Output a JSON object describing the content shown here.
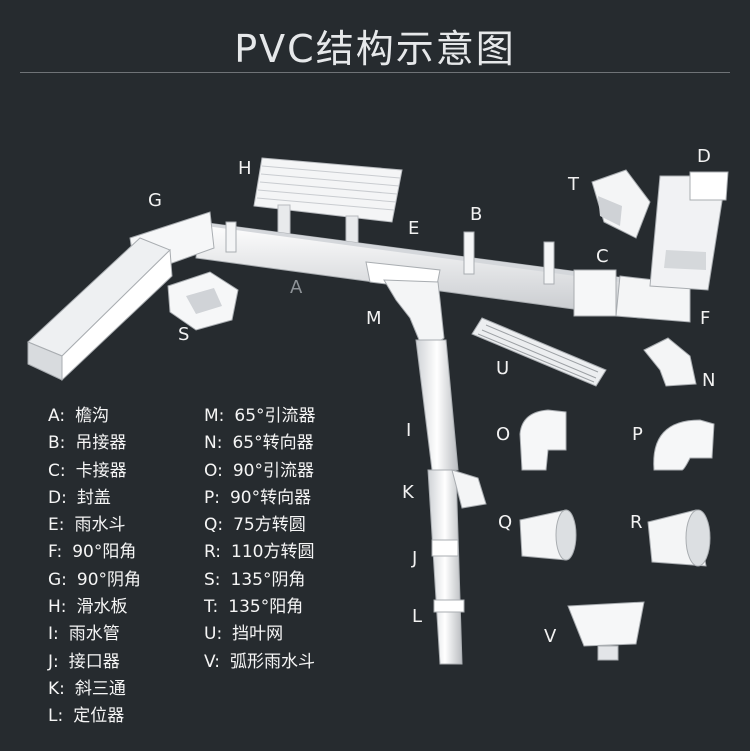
{
  "title": "PVC结构示意图",
  "part_labels": {
    "A": "A",
    "B": "B",
    "C": "C",
    "D": "D",
    "E": "E",
    "F": "F",
    "G": "G",
    "H": "H",
    "I": "I",
    "J": "J",
    "K": "K",
    "L": "L",
    "M": "M",
    "N": "N",
    "O": "O",
    "P": "P",
    "Q": "Q",
    "R": "R",
    "S": "S",
    "T": "T",
    "U": "U",
    "V": "V"
  },
  "legend_left": [
    {
      "key": "A:",
      "name": "檐沟"
    },
    {
      "key": "B:",
      "name": "吊接器"
    },
    {
      "key": "C:",
      "name": "卡接器"
    },
    {
      "key": "D:",
      "name": "封盖"
    },
    {
      "key": "E:",
      "name": "雨水斗"
    },
    {
      "key": "F:",
      "name": "90°阳角"
    },
    {
      "key": "G:",
      "name": "90°阴角"
    },
    {
      "key": "H:",
      "name": "滑水板"
    },
    {
      "key": "I:",
      "name": "雨水管"
    },
    {
      "key": "J:",
      "name": "接口器"
    },
    {
      "key": "K:",
      "name": "斜三通"
    },
    {
      "key": "L:",
      "name": "定位器"
    }
  ],
  "legend_right": [
    {
      "key": "M:",
      "name": "65°引流器"
    },
    {
      "key": "N:",
      "name": "65°转向器"
    },
    {
      "key": "O:",
      "name": "90°引流器"
    },
    {
      "key": "P:",
      "name": "90°转向器"
    },
    {
      "key": "Q:",
      "name": "75方转圆"
    },
    {
      "key": "R:",
      "name": "110方转圆"
    },
    {
      "key": "S:",
      "name": "135°阴角"
    },
    {
      "key": "T:",
      "name": "135°阳角"
    },
    {
      "key": "U:",
      "name": "挡叶网"
    },
    {
      "key": "V:",
      "name": "弧形雨水斗"
    }
  ],
  "colors": {
    "background": "#262b2f",
    "part_fill": "#f4f5f6",
    "part_shade": "#c9ccd0",
    "text": "#ffffff"
  }
}
